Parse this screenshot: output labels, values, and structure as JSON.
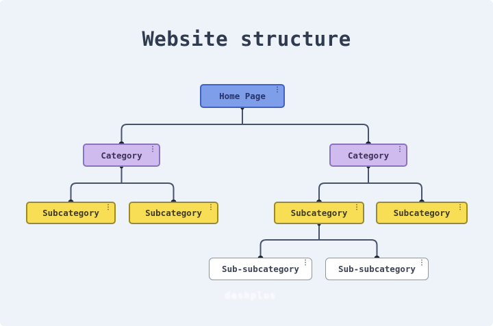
{
  "title": "Website structure",
  "nodes": {
    "home": {
      "label": "Home Page"
    },
    "category_left": {
      "label": "Category"
    },
    "category_right": {
      "label": "Category"
    },
    "subcategory_1": {
      "label": "Subcategory"
    },
    "subcategory_2": {
      "label": "Subcategory"
    },
    "subcategory_3": {
      "label": "Subcategory"
    },
    "subcategory_4": {
      "label": "Subcategory"
    },
    "subsubcategory_1": {
      "label": "Sub-subcategory"
    },
    "subsubcategory_2": {
      "label": "Sub-subcategory"
    }
  },
  "icons": {
    "kebab": "⋮"
  },
  "watermark": {
    "text": "dashplus"
  },
  "colors": {
    "background": "#EEF2F9",
    "title_color": "#303B4F",
    "connector": "#46536A",
    "dot": "#1D2534",
    "home_fill": "#7E9EE9",
    "home_border": "#4060C4",
    "home_text": "#26336A",
    "category_fill": "#D0BBEF",
    "category_border": "#8973BE",
    "category_text": "#3B3258",
    "subcategory_fill": "#F8DE55",
    "subcategory_border": "#99892F",
    "subcategory_text": "#3E3A24",
    "subsub_fill": "#FFFFFF",
    "subsub_border": "#8C95A6",
    "subsub_text": "#3A4353"
  }
}
